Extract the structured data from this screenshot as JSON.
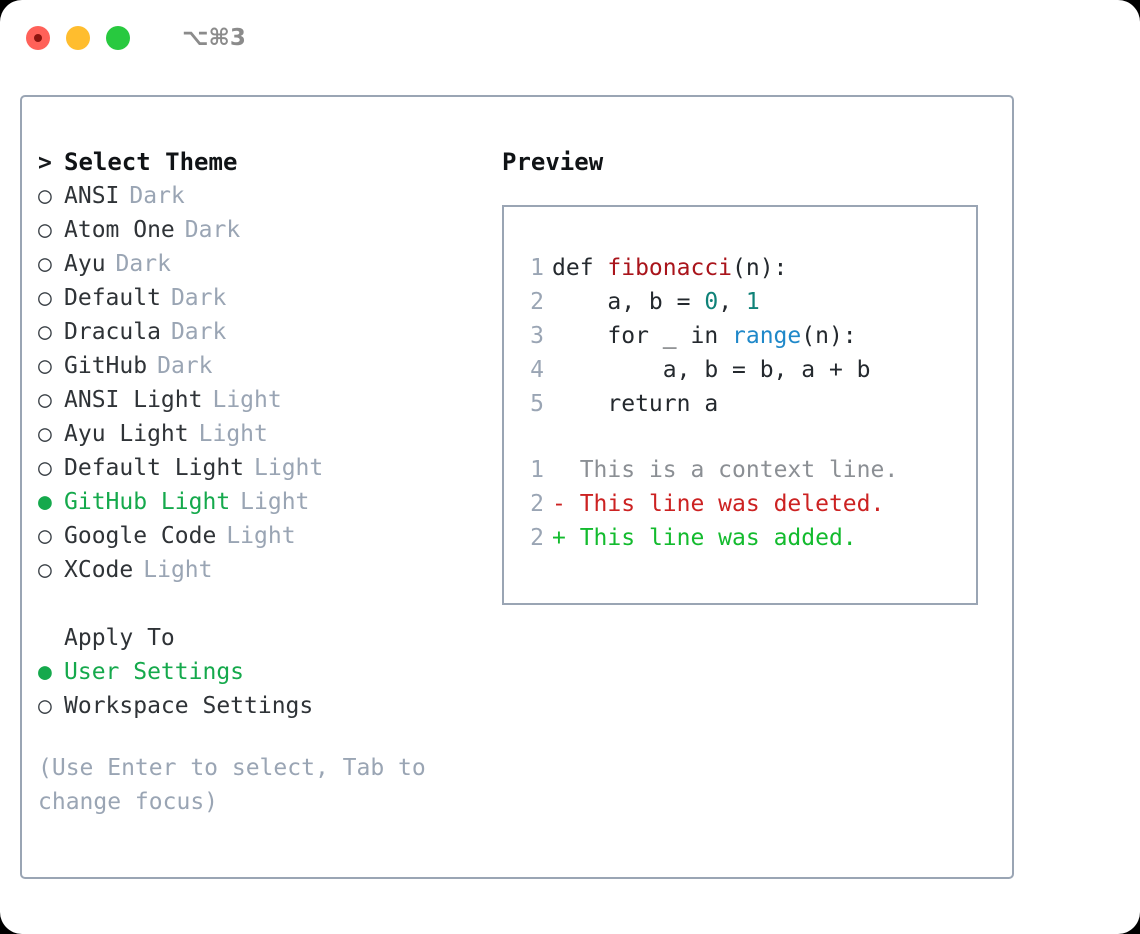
{
  "titlebar": {
    "shortcut": "⌥⌘3",
    "traffic_lights": [
      "close",
      "minimize",
      "maximize"
    ],
    "colors": {
      "close": "#ff6159",
      "minimize": "#ffbd2e",
      "maximize": "#28c93f"
    }
  },
  "theme_list": {
    "header": {
      "marker": ">",
      "label": "Select Theme"
    },
    "items": [
      {
        "marker": "○",
        "label": "ANSI",
        "suffix": "Dark",
        "selected": false
      },
      {
        "marker": "○",
        "label": "Atom One",
        "suffix": "Dark",
        "selected": false
      },
      {
        "marker": "○",
        "label": "Ayu",
        "suffix": "Dark",
        "selected": false
      },
      {
        "marker": "○",
        "label": "Default",
        "suffix": "Dark",
        "selected": false
      },
      {
        "marker": "○",
        "label": "Dracula",
        "suffix": "Dark",
        "selected": false
      },
      {
        "marker": "○",
        "label": "GitHub",
        "suffix": "Dark",
        "selected": false
      },
      {
        "marker": "○",
        "label": "ANSI Light",
        "suffix": "Light",
        "selected": false
      },
      {
        "marker": "○",
        "label": "Ayu Light",
        "suffix": "Light",
        "selected": false
      },
      {
        "marker": "○",
        "label": "Default Light",
        "suffix": "Light",
        "selected": false
      },
      {
        "marker": "●",
        "label": "GitHub Light",
        "suffix": "Light",
        "selected": true
      },
      {
        "marker": "○",
        "label": "Google Code",
        "suffix": "Light",
        "selected": false
      },
      {
        "marker": "○",
        "label": "XCode",
        "suffix": "Light",
        "selected": false
      }
    ]
  },
  "apply_to": {
    "heading": "Apply To",
    "items": [
      {
        "marker": "●",
        "label": "User Settings",
        "selected": true
      },
      {
        "marker": "○",
        "label": "Workspace Settings",
        "selected": false
      }
    ]
  },
  "hint": "(Use Enter to select, Tab to change focus)",
  "preview": {
    "title": "Preview",
    "code_lines": [
      {
        "number": "1",
        "tokens": [
          {
            "text": "def ",
            "type": "plain"
          },
          {
            "text": "fibonacci",
            "type": "function"
          },
          {
            "text": "(n):",
            "type": "plain"
          }
        ]
      },
      {
        "number": "2",
        "tokens": [
          {
            "text": "    a, b = ",
            "type": "plain"
          },
          {
            "text": "0",
            "type": "number"
          },
          {
            "text": ", ",
            "type": "plain"
          },
          {
            "text": "1",
            "type": "number"
          }
        ]
      },
      {
        "number": "3",
        "tokens": [
          {
            "text": "    for _ in ",
            "type": "plain"
          },
          {
            "text": "range",
            "type": "builtin"
          },
          {
            "text": "(n):",
            "type": "plain"
          }
        ]
      },
      {
        "number": "4",
        "tokens": [
          {
            "text": "        a, b = b, a + b",
            "type": "plain"
          }
        ]
      },
      {
        "number": "5",
        "tokens": [
          {
            "text": "    return a",
            "type": "plain"
          }
        ]
      }
    ],
    "diff_lines": [
      {
        "number": "1",
        "sign": " ",
        "text": " This is a context line.",
        "type": "context"
      },
      {
        "number": "2",
        "sign": "-",
        "text": " This line was deleted.",
        "type": "deletion"
      },
      {
        "number": "2",
        "sign": "+",
        "text": " This line was added.",
        "type": "addition"
      }
    ]
  },
  "colors": {
    "accent_green": "#15a94c",
    "muted_gray": "#9aa5b4",
    "border": "#9aa5b4",
    "text": "#2f3337",
    "syntax_function": "#a9141b",
    "syntax_number": "#0f8278",
    "syntax_builtin": "#1f88c9",
    "diff_deletion": "#cc2222",
    "diff_addition": "#13bb2e",
    "diff_context": "#8b8f94"
  }
}
